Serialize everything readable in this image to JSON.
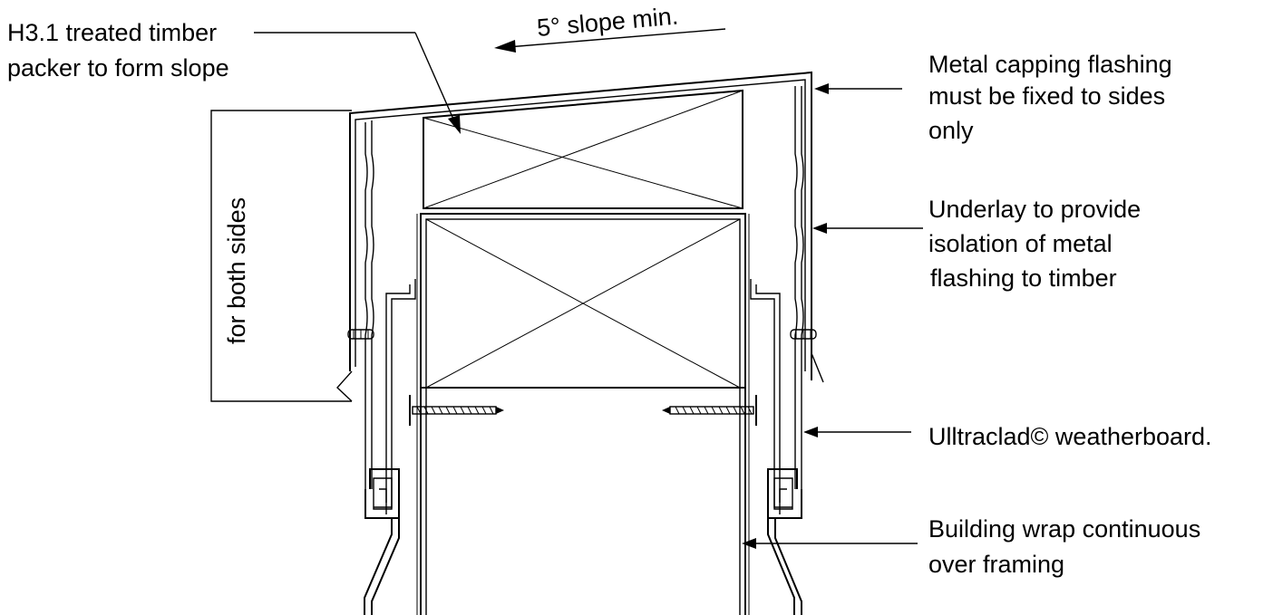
{
  "labels": {
    "packer": [
      "H3.1 treated timber",
      "packer to form slope"
    ],
    "slope": "5° slope min.",
    "capping": [
      "Metal capping flashing",
      "must be fixed to sides",
      "only"
    ],
    "underlay": [
      "Underlay to provide",
      "isolation of metal",
      "flashing to timber"
    ],
    "weatherboard": "Ulltraclad© weatherboard.",
    "wrap": [
      "Building wrap continuous",
      "over framing"
    ],
    "both_sides": "for both sides"
  }
}
